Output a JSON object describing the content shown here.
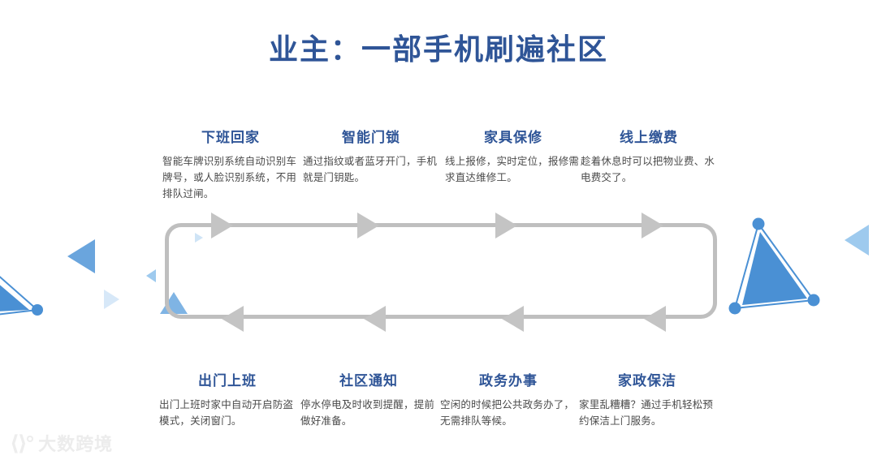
{
  "slide": {
    "title": "业主：一部手机刷遍社区",
    "accent_color": "#2f5597",
    "track_color": "#bfbfbf",
    "arrow_color": "#c4c4c4",
    "body_color": "#4a4a4a",
    "deco_blue": "#4a90d4",
    "deco_light_blue": "#9ecaee"
  },
  "top_items": [
    {
      "title": "下班回家",
      "body": "智能车牌识别系统自动识别车牌号，或人脸识别系统，不用排队过闸。"
    },
    {
      "title": "智能门锁",
      "body": "通过指纹或者蓝牙开门，手机就是门钥匙。"
    },
    {
      "title": "家具保修",
      "body": "线上报修，实时定位，报修需求直达维修工。"
    },
    {
      "title": "线上缴费",
      "body": "趁着休息时可以把物业费、水电费交了。"
    }
  ],
  "bottom_items": [
    {
      "title": "出门上班",
      "body": "出门上班时家中自动开启防盗模式，关闭窗门。"
    },
    {
      "title": "社区通知",
      "body": "停水停电及时收到提醒，提前做好准备。"
    },
    {
      "title": "政务办事",
      "body": "空闲的时候把公共政务办了，无需排队等候。"
    },
    {
      "title": "家政保洁",
      "body": "家里乱糟糟？通过手机轻松预约保洁上门服务。"
    }
  ],
  "watermark": {
    "mark": "⟨⟩°",
    "text": "大数跨境"
  }
}
